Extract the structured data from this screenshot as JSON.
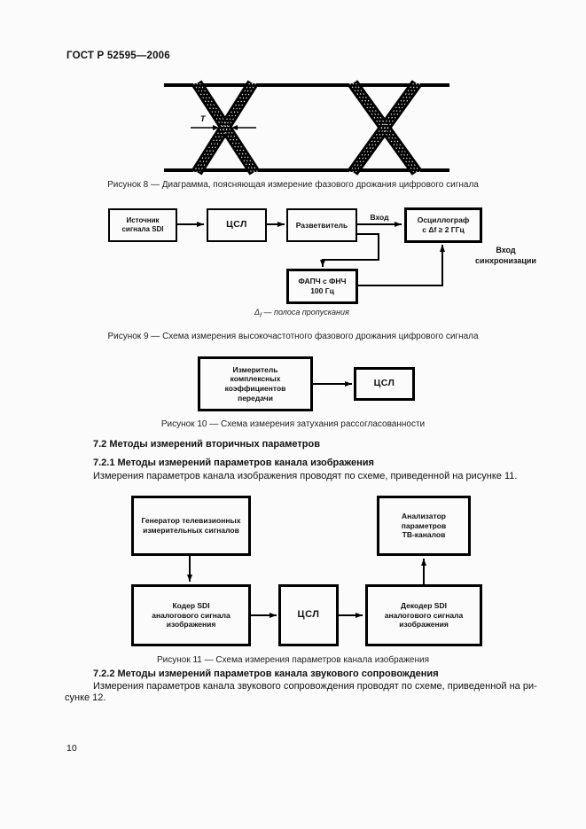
{
  "page": {
    "header": "ГОСТ Р 52595—2006",
    "page_number": "10"
  },
  "figure8": {
    "t_label": "T",
    "caption": "Рисунок 8 — Диаграмма, поясняющая измерение фазового дрожания цифрового сигнала"
  },
  "figure9": {
    "boxes": {
      "source": "Источник\nсигнала SDI",
      "line": "ЦСЛ",
      "splitter": "Разветвитель",
      "oscilloscope": "Осциллограф\nс Δf ≥ 2 ГГц",
      "pll": "ФАПЧ с ФНЧ\n100 Гц"
    },
    "labels": {
      "input": "Вход",
      "sync_input": "Вход\nсинхронизации"
    },
    "note": {
      "symbol": "Δ",
      "subscript": "f",
      "text": " — полоса пропускания"
    },
    "caption": "Рисунок 9 — Схема измерения высокочастотного фазового дрожания цифрового сигнала"
  },
  "figure10": {
    "boxes": {
      "meter": "Измеритель\nкомплексных\nкоэффициентов\nпередачи",
      "line": "ЦСЛ"
    },
    "caption": "Рисунок 10 — Схема измерения затухания рассогласованности"
  },
  "sections": {
    "s72_heading": "7.2 Методы измерений вторичных параметров",
    "s721_heading": "7.2.1 Методы измерений параметров канала изображения",
    "s721_body": "Измерения параметров канала изображения проводят по схеме, приведенной на рисунке 11.",
    "s722_heading": "7.2.2 Методы измерений параметров канала звукового сопровождения",
    "s722_body_line1": "Измерения параметров канала звукового сопровождения проводят по схеме, приведенной на ри-",
    "s722_body_line2": "сунке 12."
  },
  "figure11": {
    "boxes": {
      "generator": "Генератор телевизионных\nизмерительных сигналов",
      "analyzer": "Анализатор\nпараметров\nТВ-каналов",
      "encoder": "Кодер SDI\nаналогового сигнала\nизображения",
      "line": "ЦСЛ",
      "decoder": "Декодер SDI\nаналогового сигнала\nизображения"
    },
    "caption": "Рисунок 11 — Схема измерения параметров канала изображения"
  }
}
